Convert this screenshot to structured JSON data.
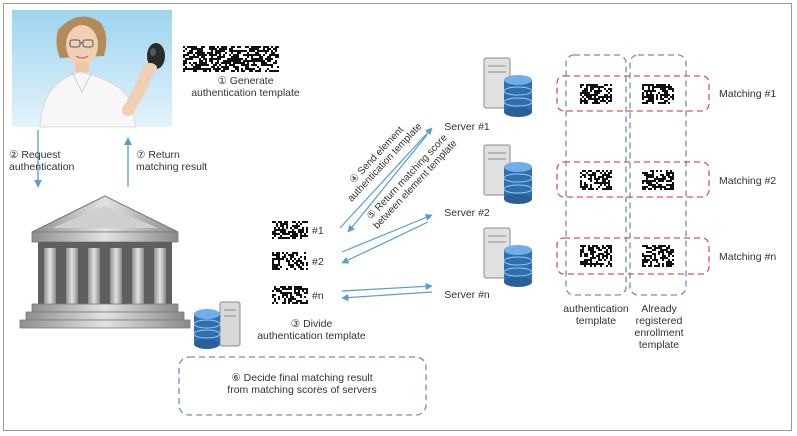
{
  "steps": {
    "generate": [
      "① Generate",
      "authentication template"
    ],
    "request": [
      "② Request",
      "authentication"
    ],
    "ret": [
      "⑦ Return",
      "matching result"
    ],
    "divide": [
      "③ Divide",
      "authentication template"
    ],
    "send": [
      "④ Send element",
      "authentication template"
    ],
    "return_score": [
      "⑤ Return matching score",
      "between element template"
    ],
    "decide": [
      "⑥ Decide final matching result",
      "from matching scores of servers"
    ]
  },
  "parts": [
    "#1",
    "#2",
    "#n"
  ],
  "servers": [
    "Server #1",
    "Server #2",
    "Server #n"
  ],
  "matchings": [
    "Matching #1",
    "Matching #2",
    "Matching #n"
  ],
  "columns": {
    "auth": [
      "authentication",
      "template"
    ],
    "enroll": [
      "Already",
      "registered",
      "enrollment",
      "template"
    ]
  },
  "colors": {
    "arrow": "#5b9bd5",
    "blue_dash": "#6f8fb5",
    "red_dash": "#d9534f",
    "frame": "#9a9a9a"
  }
}
